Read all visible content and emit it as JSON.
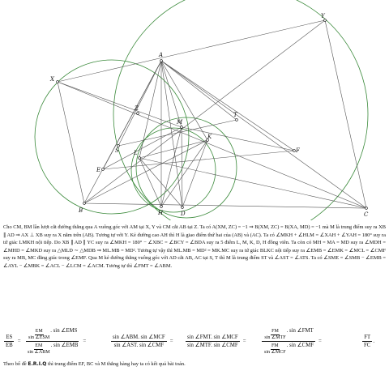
{
  "figure": {
    "points": {
      "A": "A",
      "X": "X",
      "Y": "Y",
      "B": "B",
      "C": "C",
      "H": "H",
      "D": "D",
      "M": "M",
      "T": "T",
      "Z": "Z",
      "S": "S",
      "L": "L",
      "K": "K",
      "E": "E",
      "F": "F"
    },
    "colors": {
      "circle": "#3b8a3b",
      "line": "#555555"
    }
  },
  "text": {
    "paragraph": "Cho CM, BM lần lượt cắt đường thẳng qua A vuông góc với AM tại X, Y và CM cắt AB tại Z. Ta có A(XM, ZC) = −1 ⇒ B(XM, ZC) = B(XA, MD) = −1 mà M là trung điểm suy ra XB ∥ AD ⇒ AX ⊥ XB suy ra X nằm trên (AB). Tương tự với Y. Kẻ đường cao AH thì H là giao điểm thứ hai của (AB) và (AC). Ta có ∠MKH + ∠HLM = ∠XAH + ∠YAH = 180° suy ra tứ giác LMKH nội tiếp. Do XB ∥ AD ∥ YC suy ra ∠MKH = 180° − ∠XBC = ∠BCY = ∠BDA suy ra 5 điểm L, M, K, D, H đồng viên. Ta còn có MH = MA = MD suy ra ∠MDH = ∠MHD = ∠MKD suy ra △MLD ∼ △MDB ⇒ ML.MB = MD². Tương tự vậy thì ML.MB = MD² = MK.MC suy ra tứ giác BLKC nội tiếp suy ra ∠EMB = ∠EMK = ∠MCL = ∠CMF suy ra MB, MC đẳng giác trong ∠EMF. Qua M kẻ đường thẳng vuông góc với AD cắt AB, AC tại S, T thì M là trung điểm ST và ∠AST = ∠ATS. Ta có ∠SME = ∠SMB − ∠EMB = ∠AYL − ∠MBK = ∠ACL − ∠LCM = ∠ACM. Tương tự thì ∠FMT = ∠ABM.",
    "equation": {
      "lhs_num": "ES",
      "lhs_den": "EB",
      "t1_num_inner_num": "EM",
      "t1_num_inner_den": "sin ∠ESM",
      "t1_num_tail": ". sin ∠EMS",
      "t1_den_inner_num": "EM",
      "t1_den_inner_den": "sin ∠ABM",
      "t1_den_tail": ". sin ∠EMB",
      "t2_num": "sin ∠ABM. sin ∠MCF",
      "t2_den": "sin ∠AST. sin ∠CMF",
      "t3_num": "sin ∠FMT. sin ∠MCF",
      "t3_den": "sin ∠MTF. sin ∠CMF",
      "t4_num_inner_num": "FM",
      "t4_num_inner_den": "sin ∠MTF",
      "t4_num_tail": ". sin ∠FMT",
      "t4_den_inner_num": "FM",
      "t4_den_inner_den": "sin ∠MCF",
      "t4_den_tail": ". sin ∠CMF",
      "rhs_num": "FT",
      "rhs_den": "FC",
      "eq": "=",
      "end": "."
    },
    "last_before": "Theo bổ đề ",
    "last_bold": "E.R.I.Q",
    "last_after": " thì trung điểm EF, BC và M thẳng hàng hay ta có kết quả bài toán."
  }
}
